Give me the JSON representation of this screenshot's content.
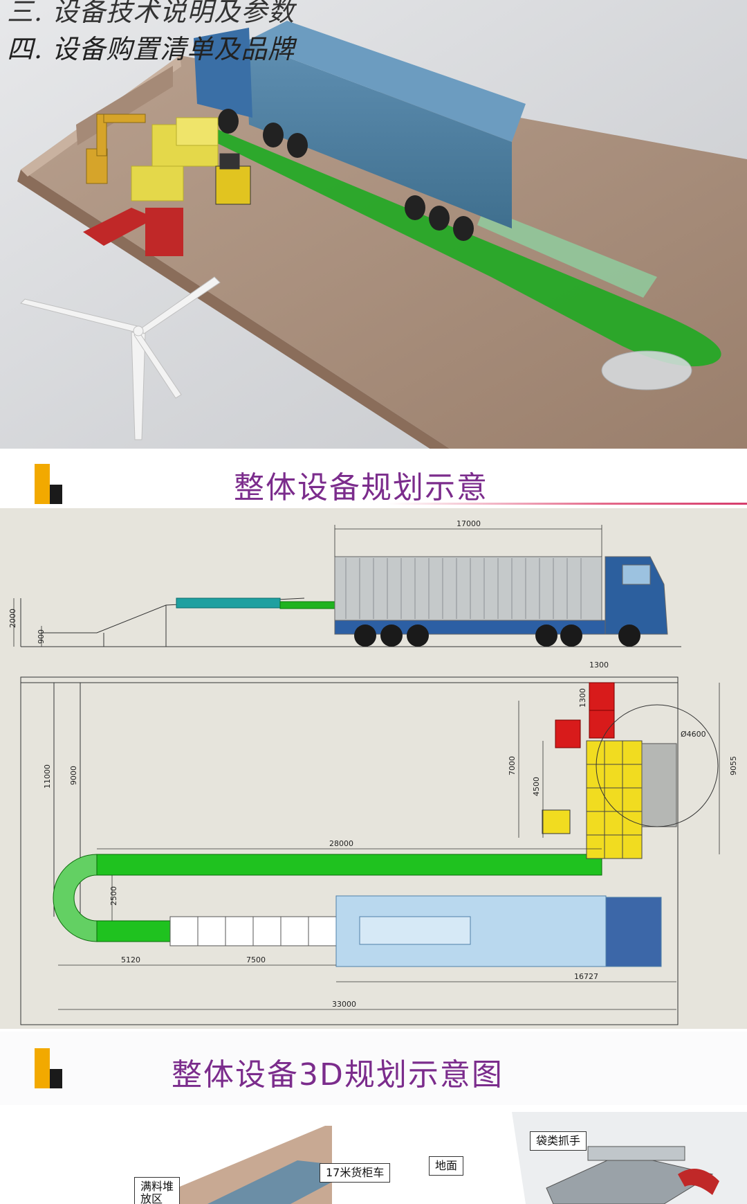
{
  "top_render": {
    "line1": "三. 设备技术说明及参数",
    "line2": "四. 设备购置清单及品牌"
  },
  "section1": {
    "title": "整体设备规划示意",
    "title_overflow": "图"
  },
  "cad": {
    "side_view": {
      "length_container": "17000",
      "height_total": "2000",
      "height_low": "900"
    },
    "plan_view": {
      "dim_1300_top": "1300",
      "dim_1300_side": "1300",
      "dim_diameter": "Ø4600",
      "dim_7000": "7000",
      "dim_4500": "4500",
      "dim_9055": "9055",
      "dim_11000": "11000",
      "dim_9000": "9000",
      "dim_28000": "28000",
      "dim_2500": "2500",
      "dim_5120": "5120",
      "dim_7500": "7500",
      "dim_16727": "16727",
      "dim_33000": "33000"
    }
  },
  "section2": {
    "title": "整体设备3D规划示意图"
  },
  "bottom_render": {
    "callout_full_stack": "满料堆\n放区",
    "callout_truck": "17米货柜车",
    "callout_ground": "地面",
    "callout_gripper": "袋类抓手"
  },
  "colors": {
    "title_purple": "#7b2c8c",
    "logo_yellow": "#f2a900",
    "conveyor_green": "#1fb31f",
    "truck_blue": "#2c5f94"
  }
}
